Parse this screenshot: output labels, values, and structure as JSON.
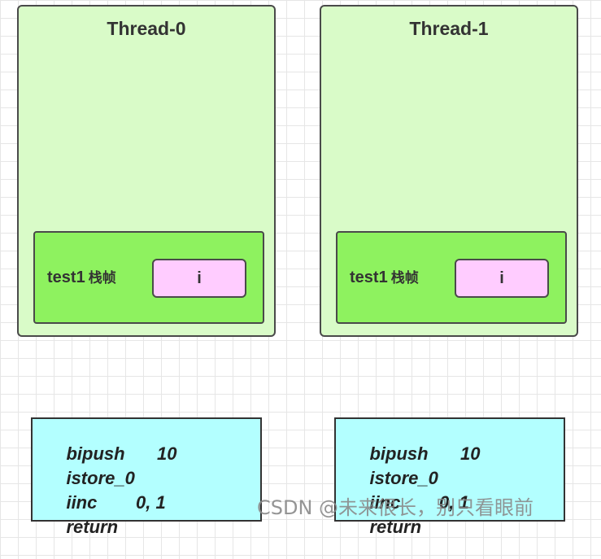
{
  "threads": [
    {
      "title": "Thread-0",
      "frame": {
        "name": "test1",
        "suffix": "栈帧",
        "variable": "i"
      },
      "code": [
        {
          "op": "bipush",
          "arg": "10"
        },
        {
          "op": "istore_0",
          "arg": ""
        },
        {
          "op": "iinc",
          "arg": "0, 1"
        },
        {
          "op": "return",
          "arg": ""
        }
      ]
    },
    {
      "title": "Thread-1",
      "frame": {
        "name": "test1",
        "suffix": "栈帧",
        "variable": "i"
      },
      "code": [
        {
          "op": "bipush",
          "arg": "10"
        },
        {
          "op": "istore_0",
          "arg": ""
        },
        {
          "op": "iinc",
          "arg": "0, 1"
        },
        {
          "op": "return",
          "arg": ""
        }
      ]
    }
  ],
  "watermark": "CSDN @未来很长，别只看眼前",
  "colors": {
    "thread_bg": "#d9fbc8",
    "frame_bg": "#8ef25f",
    "variable_bg": "#ffccff",
    "code_bg": "#b3ffff"
  }
}
